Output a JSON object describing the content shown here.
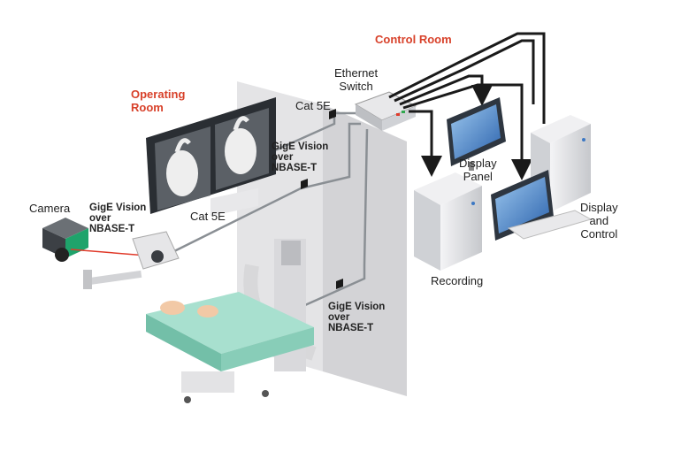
{
  "labels": {
    "control_room": "Control Room",
    "operating_room": "Operating\nRoom",
    "ethernet_switch": "Ethernet\nSwitch",
    "cat5e_top": "Cat 5E",
    "cat5e_mid": "Cat 5E",
    "gige_top": "GigE Vision\nover\nNBASE-T",
    "gige_camera": "GigE Vision\nover\nNBASE-T",
    "gige_bottom": "GigE Vision\nover\nNBASE-T",
    "camera": "Camera",
    "display_panel": "Display\nPanel",
    "recording": "Recording",
    "display_control": "Display\nand\nControl"
  },
  "colors": {
    "room_label": "#d8412a",
    "cable": "#1a1a1a",
    "cable_grey": "#8a8f94",
    "wall": "#e2e2e4",
    "bed": "#8fd3c0",
    "monitor": "#2e3640",
    "screen": "#3f7fc7"
  }
}
